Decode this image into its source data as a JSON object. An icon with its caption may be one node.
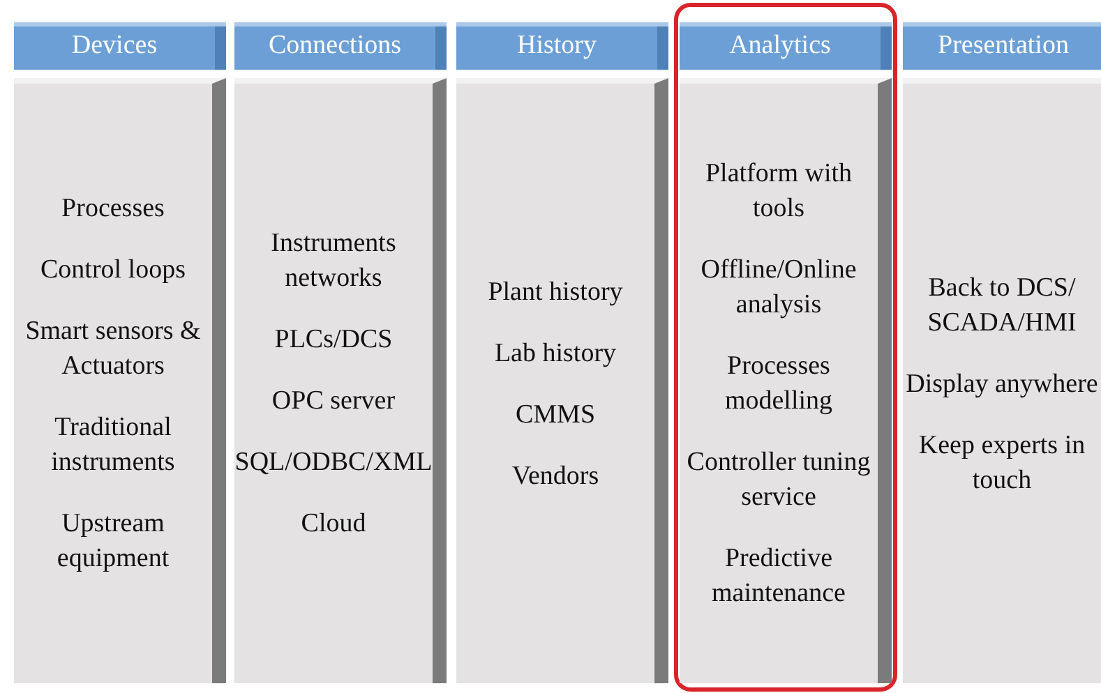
{
  "diagram": {
    "nodes": [
      {
        "text": [
          "Devices"
        ]
      },
      {
        "text": [
          "Processes",
          "Control loops",
          "Smart sensors & Actuators",
          "Traditional instruments",
          "Upstream equipment"
        ]
      },
      {
        "text": [
          "Connections"
        ]
      },
      {
        "text": [
          "Instruments networks",
          "PLCs/DCS",
          "OPC server",
          "SQL/ODBC/XML",
          "Cloud"
        ]
      },
      {
        "text": [
          "History"
        ]
      },
      {
        "text": [
          "Plant history",
          "Lab history",
          "CMMS",
          "Vendors"
        ]
      },
      {
        "text": [
          "Analytics"
        ]
      },
      {
        "text": [
          "Platform with tools",
          "Offline/Online analysis",
          "Processes modelling",
          "Controller tuning service",
          "Predictive maintenance"
        ]
      },
      {
        "text": [
          "Presentation"
        ]
      },
      {
        "text": [
          "Back to DCS/ SCADA/HMI",
          "Display anywhere",
          "Keep experts in touch"
        ]
      }
    ]
  }
}
